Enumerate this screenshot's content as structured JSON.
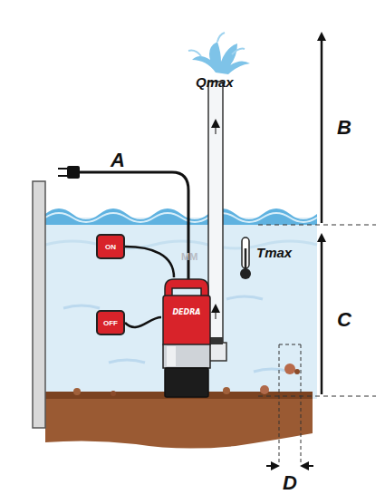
{
  "diagram": {
    "nodes": [
      {
        "text": [
          "ON"
        ]
      },
      {
        "text": [
          "OFF"
        ]
      },
      {
        "text": [
          "DEDRA"
        ]
      }
    ],
    "edges": [
      {
        "from": 0,
        "to": 2,
        "arrow": "none"
      },
      {
        "from": 1,
        "to": 2,
        "arrow": "none"
      }
    ],
    "labels": [
      "A",
      "B",
      "C",
      "D",
      "Qmax",
      "Tmax",
      "MM"
    ]
  }
}
